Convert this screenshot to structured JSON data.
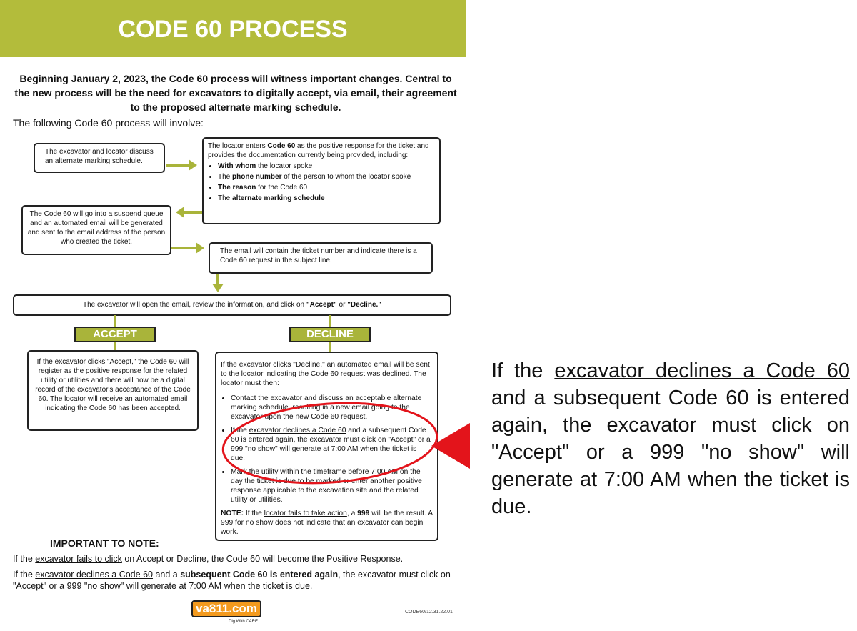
{
  "title": "CODE 60 PROCESS",
  "intro": "Beginning January 2, 2023, the Code 60 process will witness important changes. Central to the new process will be the need for excavators to digitally accept, via email, their agreement to the proposed alternate marking schedule.",
  "lead": "The following Code 60 process will involve:",
  "step1": "The excavator and locator discuss an alternate marking schedule.",
  "step2": {
    "pre": "The locator enters ",
    "bold": "Code 60",
    "post": " as the positive response for the ticket and provides the documentation currently being provided, including:",
    "items": [
      {
        "b": "With whom",
        "t": " the locator spoke",
        "lead": ""
      },
      {
        "lead": "The ",
        "b": "phone number",
        "t": " of the person to whom the locator spoke"
      },
      {
        "lead": "",
        "b": "The reason",
        "t": " for the Code 60"
      },
      {
        "lead": "The ",
        "b": "alternate marking schedule",
        "t": ""
      }
    ]
  },
  "step3": "The Code 60 will go into a suspend queue and an automated email will be generated and sent to the email address of the person who created the ticket.",
  "step4": "The email will contain the ticket number and indicate there is a Code 60 request in the subject line.",
  "step5": {
    "pre": "The excavator will open the email, review the information, and click on ",
    "a": "\"Accept\"",
    "mid": " or ",
    "d": "\"Decline.\""
  },
  "accept_label": "ACCEPT",
  "decline_label": "DECLINE",
  "accept_text": "If the excavator clicks \"Accept,\" the Code 60 will register as the positive response for the related utility or utilities and there will now be a digital record of the excavator's acceptance of the Code 60. The locator will receive an automated email indicating the Code 60 has been accepted.",
  "decline": {
    "intro": "If the excavator clicks \"Decline,\" an automated email will be sent to the locator indicating the Code 60 request was declined.  The locator must then:",
    "item1": "Contact the excavator and discuss an acceptable alternate marking schedule, resulting in a new email going to the excavator upon the new Code 60 request.",
    "item2_pre": "If the ",
    "item2_u": "excavator declines a Code 60",
    "item2_post": " and a subsequent Code 60 is entered again, the excavator must click on \"Accept\" or a 999 \"no show\" will generate at 7:00 AM when the ticket is due.",
    "item3": "Mark the utility within the timeframe before 7:00 AM on the day the ticket is due to be marked or enter another positive response applicable to the excavation site and the related utility or utilities.",
    "note_label": "NOTE:",
    "note_pre": " If the ",
    "note_u": "locator fails to take action",
    "note_mid": ", a ",
    "note_b": "999",
    "note_post": " will be the result. A 999 for no show does not indicate that an excavator can begin work."
  },
  "important": {
    "heading": "IMPORTANT TO NOTE:",
    "p1_pre": "If the ",
    "p1_u": "excavator fails to click",
    "p1_post": " on Accept or Decline, the Code 60 will become the Positive Response.",
    "p2_pre": "If the ",
    "p2_u": "excavator declines a Code 60",
    "p2_mid": " and a ",
    "p2_b": "subsequent Code 60 is entered again",
    "p2_post": ", the excavator must click on \"Accept\" or a 999 \"no show\" will generate at 7:00 AM when the ticket is due."
  },
  "logo": {
    "main": "va811.com",
    "sub": "Dig With CARE"
  },
  "doc_code": "CODE60/12.31.22.01",
  "callout": {
    "pre": "If the ",
    "u": "excavator declines a Code 60",
    "post": " and a subsequent Code 60 is entered again, the excavator must click on \"Accept\" or a 999 \"no show\" will generate at 7:00 AM when the ticket is due."
  },
  "colors": {
    "brand_green": "#b3bc3b",
    "highlight_red": "#e3141b"
  }
}
